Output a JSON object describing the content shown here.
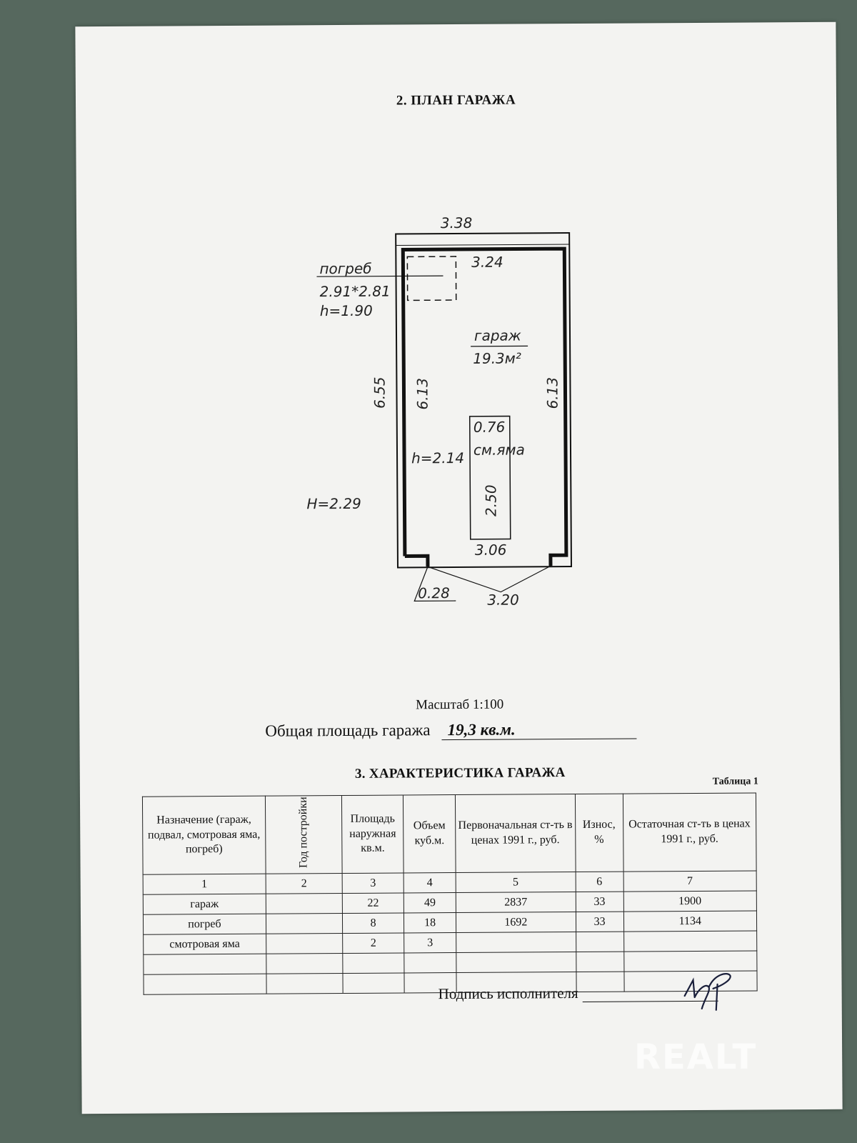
{
  "plan": {
    "title": "2. ПЛАН  ГАРАЖА",
    "dim_outer_width": "3.38",
    "dim_inner_width_top": "3.24",
    "dim_outer_length": "6.55",
    "dim_inner_length_left": "6.13",
    "dim_inner_length_right": "6.13",
    "cellar_label": "погреб",
    "cellar_size": "2.91*2.81",
    "cellar_height": "h=1.90",
    "garage_label": "гараж",
    "garage_area": "19.3м²",
    "pit_width": "0.76",
    "pit_label": "см.яма",
    "pit_length": "2.50",
    "inner_height": "h=2.14",
    "outer_height": "H=2.29",
    "dim_inner_width_bottom": "3.06",
    "dim_pier": "0.28",
    "dim_gate": "3.20"
  },
  "scale_text": "Масштаб 1:100",
  "total_area": {
    "label": "Общая площадь гаража",
    "value": "19,3 кв.м."
  },
  "characteristics": {
    "title": "3. ХАРАКТЕРИСТИКА ГАРАЖА",
    "table_caption": "Таблица 1",
    "headers": [
      "Назначение (гараж, подвал, смотровая яма, погреб)",
      "Год постройки",
      "Площадь наружная кв.м.",
      "Объем куб.м.",
      "Первоначальная ст-ть в ценах 1991 г., руб.",
      "Износ, %",
      "Остаточная ст-ть в ценах 1991 г., руб."
    ],
    "column_numbers": [
      "1",
      "2",
      "3",
      "4",
      "5",
      "6",
      "7"
    ],
    "rows": [
      [
        "гараж",
        "",
        "22",
        "49",
        "2837",
        "33",
        "1900"
      ],
      [
        "погреб",
        "",
        "8",
        "18",
        "1692",
        "33",
        "1134"
      ],
      [
        "смотровая яма",
        "",
        "2",
        "3",
        "",
        "",
        ""
      ],
      [
        "",
        "",
        "",
        "",
        "",
        "",
        ""
      ],
      [
        "",
        "",
        "",
        "",
        "",
        "",
        ""
      ]
    ]
  },
  "signature_label": "Подпись исполнителя",
  "watermark": "REALT"
}
